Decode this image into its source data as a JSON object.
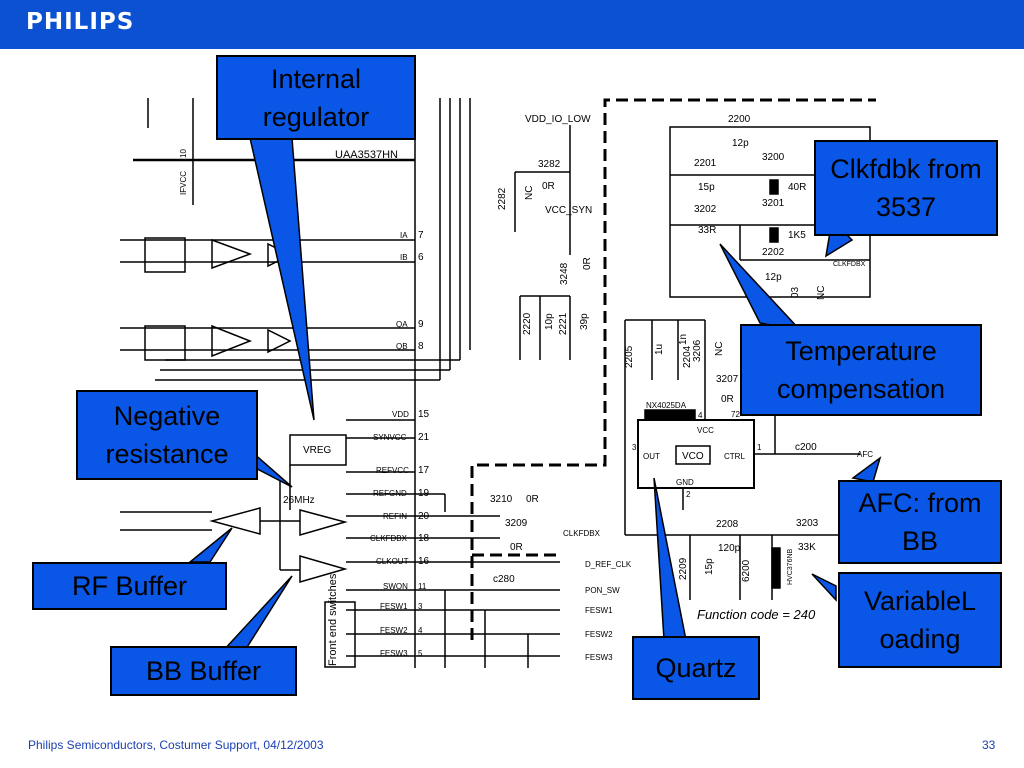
{
  "header": {
    "brand": "PHILIPS"
  },
  "callouts": {
    "internal_regulator": "Internal regulator",
    "clkfdbk": "Clkfdbk from 3537",
    "temperature": "Temperature compensation",
    "negative_resistance": "Negative resistance",
    "afc": "AFC: from BB",
    "rf_buffer": "RF Buffer",
    "variable_loading": "VariableL oading",
    "bb_buffer": "BB Buffer",
    "quartz": "Quartz"
  },
  "schematic": {
    "ic_name": "UAA3537HN",
    "ic_supply": "IFVCC",
    "ic_supply_pin": "10",
    "vdd_io_low": "VDD_IO_LOW",
    "vcc_syn": "VCC_SYN",
    "vreg": "VREG",
    "freq": "26MHz",
    "front_end": "Front end switches",
    "pins": [
      {
        "name": "IA",
        "num": "7"
      },
      {
        "name": "IB",
        "num": "6"
      },
      {
        "name": "QA",
        "num": "9"
      },
      {
        "name": "QB",
        "num": "8"
      },
      {
        "name": "VDD",
        "num": "15"
      },
      {
        "name": "SYNVCC",
        "num": "21"
      },
      {
        "name": "REFVCC",
        "num": "17"
      },
      {
        "name": "REFGND",
        "num": "19"
      },
      {
        "name": "REFIN",
        "num": "20"
      },
      {
        "name": "CLKFDBX",
        "num": "18"
      },
      {
        "name": "CLKOUT",
        "num": "16"
      },
      {
        "name": "SWON",
        "num": "11"
      },
      {
        "name": "FESW1",
        "num": "3"
      },
      {
        "name": "FESW2",
        "num": "4"
      },
      {
        "name": "FESW3",
        "num": "5"
      }
    ],
    "out_labels": [
      "D_REF_CLK",
      "PON_SW",
      "FESW1",
      "FESW2",
      "FESW3",
      "CLKFDBX",
      "AFC"
    ],
    "tcxo": {
      "part": "NX4025DA",
      "vcc": "VCC",
      "out": "OUT",
      "vco": "VCO",
      "ctrl": "CTRL",
      "gnd": "GND",
      "p1": "1",
      "p2": "2",
      "p3": "3",
      "p4": "4"
    },
    "components": {
      "r3282": "3282",
      "r3282v": "0R",
      "c2282": "2282",
      "c2282v": "NC",
      "r3248": "3248",
      "r3248v": "0R",
      "c2220": "2220",
      "c2220v": "10p",
      "c2221": "2221",
      "c2221v": "39p",
      "c2205": "2205",
      "c2204": "2204",
      "c2204v": "1u",
      "c2203": "1n",
      "r3206": "3206",
      "r3206v": "NC",
      "r3207": "3207",
      "r3207v": "0R",
      "n72": "72",
      "r3210": "3210",
      "r3210v": "0R",
      "r3209": "3209",
      "r3209v": "0R",
      "c280": "c280",
      "c200": "c200",
      "c2208": "2208",
      "c2208v": "120p",
      "c2209": "2209",
      "c2209v": "15p",
      "d6200": "6200",
      "d6200v": "HVC376NB",
      "r3203": "3203",
      "r3203v": "33K",
      "c2200": "2200",
      "c2200v": "12p",
      "c2201": "2201",
      "c2201v": "15p",
      "r3200": "3200",
      "r3200v": "40R",
      "r3202": "3202",
      "r3202v": "33R",
      "r3201": "3201",
      "r3201v": "1K5",
      "c2202": "2202",
      "c2202v": "12p",
      "c2203b": "03",
      "c2203bv": "NC"
    },
    "function_code": "Function code = 240"
  },
  "footer": {
    "left": "Philips Semiconductors, Costumer Support, 04/12/2003",
    "page": "33"
  },
  "colors": {
    "header": "#0b51d2",
    "callout": "#0a56e6",
    "footer_text": "#1a3fb0"
  }
}
